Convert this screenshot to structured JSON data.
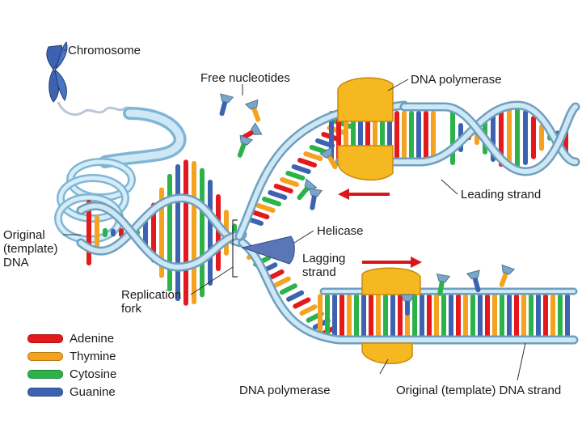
{
  "labels": {
    "chromosome": "Chromosome",
    "free_nucleotides": "Free nucleotides",
    "dna_polymerase_top": "DNA polymerase",
    "leading_strand": "Leading strand",
    "original_template_dna": "Original\n(template)\nDNA",
    "helicase": "Helicase",
    "lagging_strand": "Lagging\nstrand",
    "replication_fork": "Replication\nfork",
    "dna_polymerase_bottom": "DNA polymerase",
    "original_template_strand": "Original (template) DNA strand"
  },
  "legend": [
    {
      "name": "Adenine",
      "color": "#e3191c"
    },
    {
      "name": "Thymine",
      "color": "#f4a21f"
    },
    {
      "name": "Cytosine",
      "color": "#2bb34a"
    },
    {
      "name": "Guanine",
      "color": "#3d63b0"
    }
  ],
  "colors": {
    "backbone": "#b9dcef",
    "backbone_edge": "#6f9fbf",
    "polymerase": "#f5b820",
    "helicase": "#5b76b8",
    "arrow": "#d8161b"
  }
}
